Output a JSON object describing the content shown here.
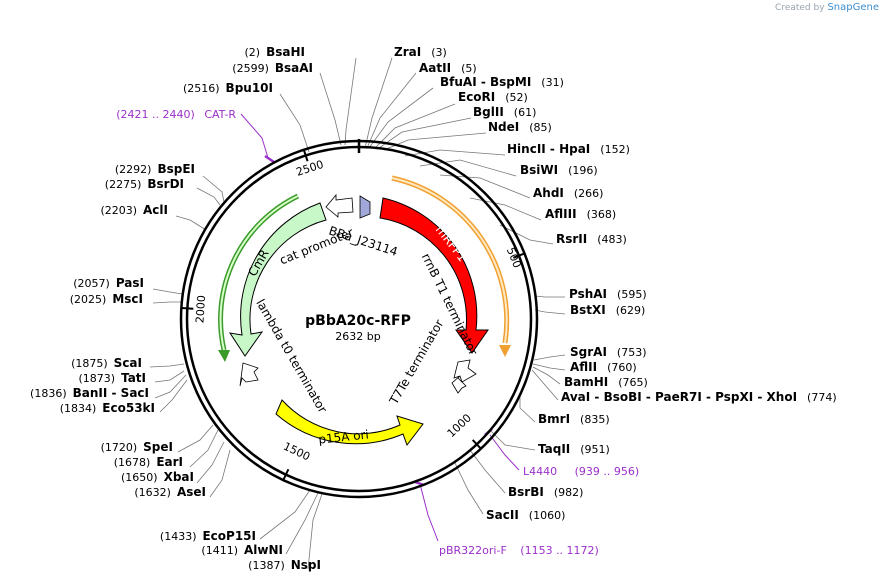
{
  "branding": {
    "created_by": "Created by",
    "app": "SnapGene"
  },
  "plasmid": {
    "name": "pBbA20c-RFP",
    "size_label": "2632 bp",
    "length": 2632
  },
  "ticks": [
    {
      "pos": 500,
      "label": "500"
    },
    {
      "pos": 1000,
      "label": "1000"
    },
    {
      "pos": 1500,
      "label": "1500"
    },
    {
      "pos": 2000,
      "label": "2000"
    },
    {
      "pos": 2500,
      "label": "2500"
    }
  ],
  "features": [
    {
      "name": "mRFP1",
      "label": "mRFP1",
      "color": "#ff0000",
      "text_color": "#ffffff"
    },
    {
      "name": "rrnb-t1",
      "label": "rrnB T1 terminator",
      "color": "#ffffff"
    },
    {
      "name": "t7te",
      "label": "T7Te terminator",
      "color": "#ffffff"
    },
    {
      "name": "p15a",
      "label": "p15A ori",
      "color": "#ffff00"
    },
    {
      "name": "lambda-t0",
      "label": "lambda t0 terminator",
      "color": "#ffffff"
    },
    {
      "name": "cmr",
      "label": "CmR",
      "color": "#c8f8c8"
    },
    {
      "name": "cat-promoter",
      "label": "cat promoter",
      "color": "#ffffff"
    },
    {
      "name": "bba",
      "label": "BBa_J23114",
      "color": "#9fa8d8"
    }
  ],
  "primers": [
    {
      "name": "CAT-R",
      "range": "(2421 .. 2440)"
    },
    {
      "name": "L4440",
      "range": "(939 .. 956)"
    },
    {
      "name": "pBR322ori-F",
      "range": "(1153 .. 1172)"
    }
  ],
  "sites": [
    {
      "pos": "(2)",
      "name": "BsaHI"
    },
    {
      "pos": "(2599)",
      "name": "BsaAI"
    },
    {
      "pos": "(2516)",
      "name": "Bpu10I"
    },
    {
      "pos": "(2292)",
      "name": "BspEI"
    },
    {
      "pos": "(2275)",
      "name": "BsrDI"
    },
    {
      "pos": "(2203)",
      "name": "AclI"
    },
    {
      "pos": "(2057)",
      "name": "PasI"
    },
    {
      "pos": "(2025)",
      "name": "MscI"
    },
    {
      "pos": "(1875)",
      "name": "ScaI"
    },
    {
      "pos": "(1873)",
      "name": "TatI"
    },
    {
      "pos": "(1836)",
      "name": "BanII - SacI"
    },
    {
      "pos": "(1834)",
      "name": "Eco53kI"
    },
    {
      "pos": "(1720)",
      "name": "SpeI"
    },
    {
      "pos": "(1678)",
      "name": "EarI"
    },
    {
      "pos": "(1650)",
      "name": "XbaI"
    },
    {
      "pos": "(1632)",
      "name": "AseI"
    },
    {
      "pos": "(1433)",
      "name": "EcoP15I"
    },
    {
      "pos": "(1411)",
      "name": "AlwNI"
    },
    {
      "pos": "(1387)",
      "name": "NspI"
    },
    {
      "pos": "(3)",
      "name": "ZraI"
    },
    {
      "pos": "(5)",
      "name": "AatII"
    },
    {
      "pos": "(31)",
      "name": "BfuAI - BspMI"
    },
    {
      "pos": "(52)",
      "name": "EcoRI"
    },
    {
      "pos": "(61)",
      "name": "BglII"
    },
    {
      "pos": "(85)",
      "name": "NdeI"
    },
    {
      "pos": "(152)",
      "name": "HincII - HpaI"
    },
    {
      "pos": "(196)",
      "name": "BsiWI"
    },
    {
      "pos": "(266)",
      "name": "AhdI"
    },
    {
      "pos": "(368)",
      "name": "AflIII"
    },
    {
      "pos": "(483)",
      "name": "RsrII"
    },
    {
      "pos": "(595)",
      "name": "PshAI"
    },
    {
      "pos": "(629)",
      "name": "BstXI"
    },
    {
      "pos": "(753)",
      "name": "SgrAI"
    },
    {
      "pos": "(760)",
      "name": "AflII"
    },
    {
      "pos": "(765)",
      "name": "BamHI"
    },
    {
      "pos": "(774)",
      "name": "AvaI - BsoBI - PaeR7I - PspXI - XhoI"
    },
    {
      "pos": "(835)",
      "name": "BmrI"
    },
    {
      "pos": "(951)",
      "name": "TaqII"
    },
    {
      "pos": "(982)",
      "name": "BsrBI"
    },
    {
      "pos": "(1060)",
      "name": "SacII"
    }
  ]
}
